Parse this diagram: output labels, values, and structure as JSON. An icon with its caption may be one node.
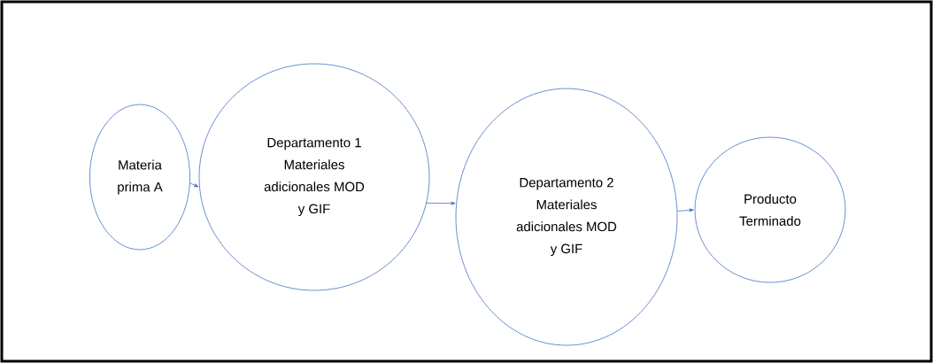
{
  "diagram": {
    "nodes": [
      {
        "text": [
          "Materia prima A"
        ]
      },
      {
        "text": [
          "Departamento 1 Materiales adicionales MOD y GIF"
        ]
      },
      {
        "text": [
          "Departamento 2 Materiales adicionales MOD y GIF"
        ]
      },
      {
        "text": [
          "Producto Terminado"
        ]
      }
    ],
    "edges": [
      {
        "from": 0,
        "to": 1,
        "arrow": "to"
      },
      {
        "from": 1,
        "to": 2,
        "arrow": "to"
      },
      {
        "from": 2,
        "to": 3,
        "arrow": "to"
      }
    ]
  }
}
